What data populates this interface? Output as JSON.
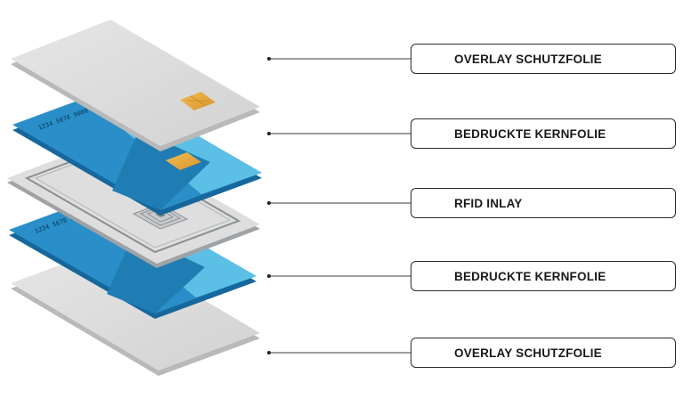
{
  "layers": [
    {
      "label": "OVERLAY SCHUTZFOLIE"
    },
    {
      "label": "BEDRUCKTE KERNFOLIE"
    },
    {
      "label": "RFID INLAY"
    },
    {
      "label": "BEDRUCKTE KERNFOLIE"
    },
    {
      "label": "OVERLAY SCHUTZFOLIE"
    }
  ],
  "card_number_text": "1234 5678 9000",
  "colors": {
    "overlay": "#d9d9d9",
    "core_blue": "#2a8fc8",
    "core_light": "#5cc0e6",
    "chip": "#e7a93c",
    "antenna": "#8a8f93",
    "leader": "#3a3a3a"
  }
}
